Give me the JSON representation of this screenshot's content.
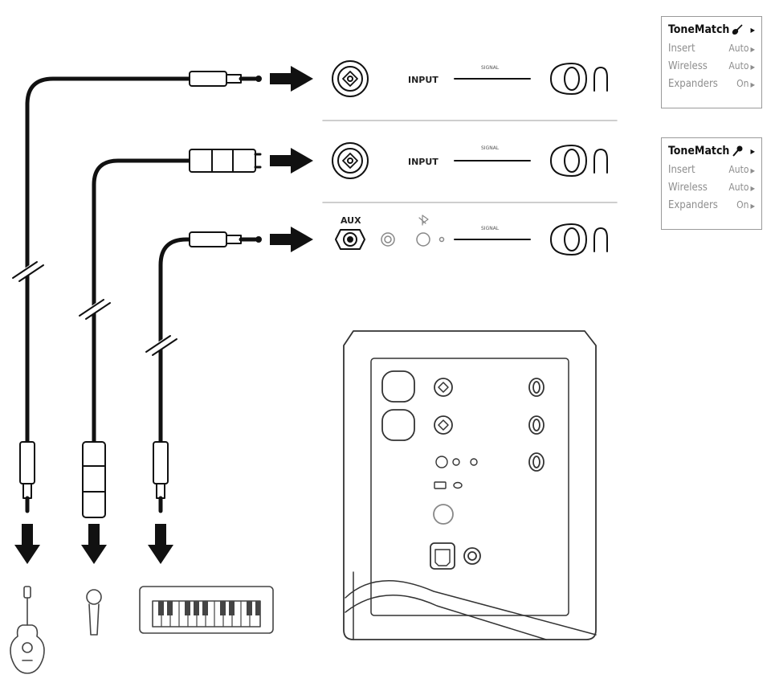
{
  "channels": [
    {
      "input_label": "INPUT",
      "signal_label": "SIGNAL"
    },
    {
      "input_label": "INPUT",
      "signal_label": "SIGNAL"
    },
    {
      "input_label": "AUX",
      "signal_label": "SIGNAL"
    }
  ],
  "panels": [
    {
      "title": "ToneMatch",
      "title_icon": "guitar-icon",
      "rows": [
        {
          "label": "Insert",
          "value": "Auto"
        },
        {
          "label": "Wireless",
          "value": "Auto"
        },
        {
          "label": "Expanders",
          "value": "On"
        }
      ]
    },
    {
      "title": "ToneMatch",
      "title_icon": "microphone-icon",
      "rows": [
        {
          "label": "Insert",
          "value": "Auto"
        },
        {
          "label": "Wireless",
          "value": "Auto"
        },
        {
          "label": "Expanders",
          "value": "On"
        }
      ]
    }
  ],
  "instruments": [
    "guitar-icon",
    "microphone-icon",
    "keyboard-icon"
  ]
}
